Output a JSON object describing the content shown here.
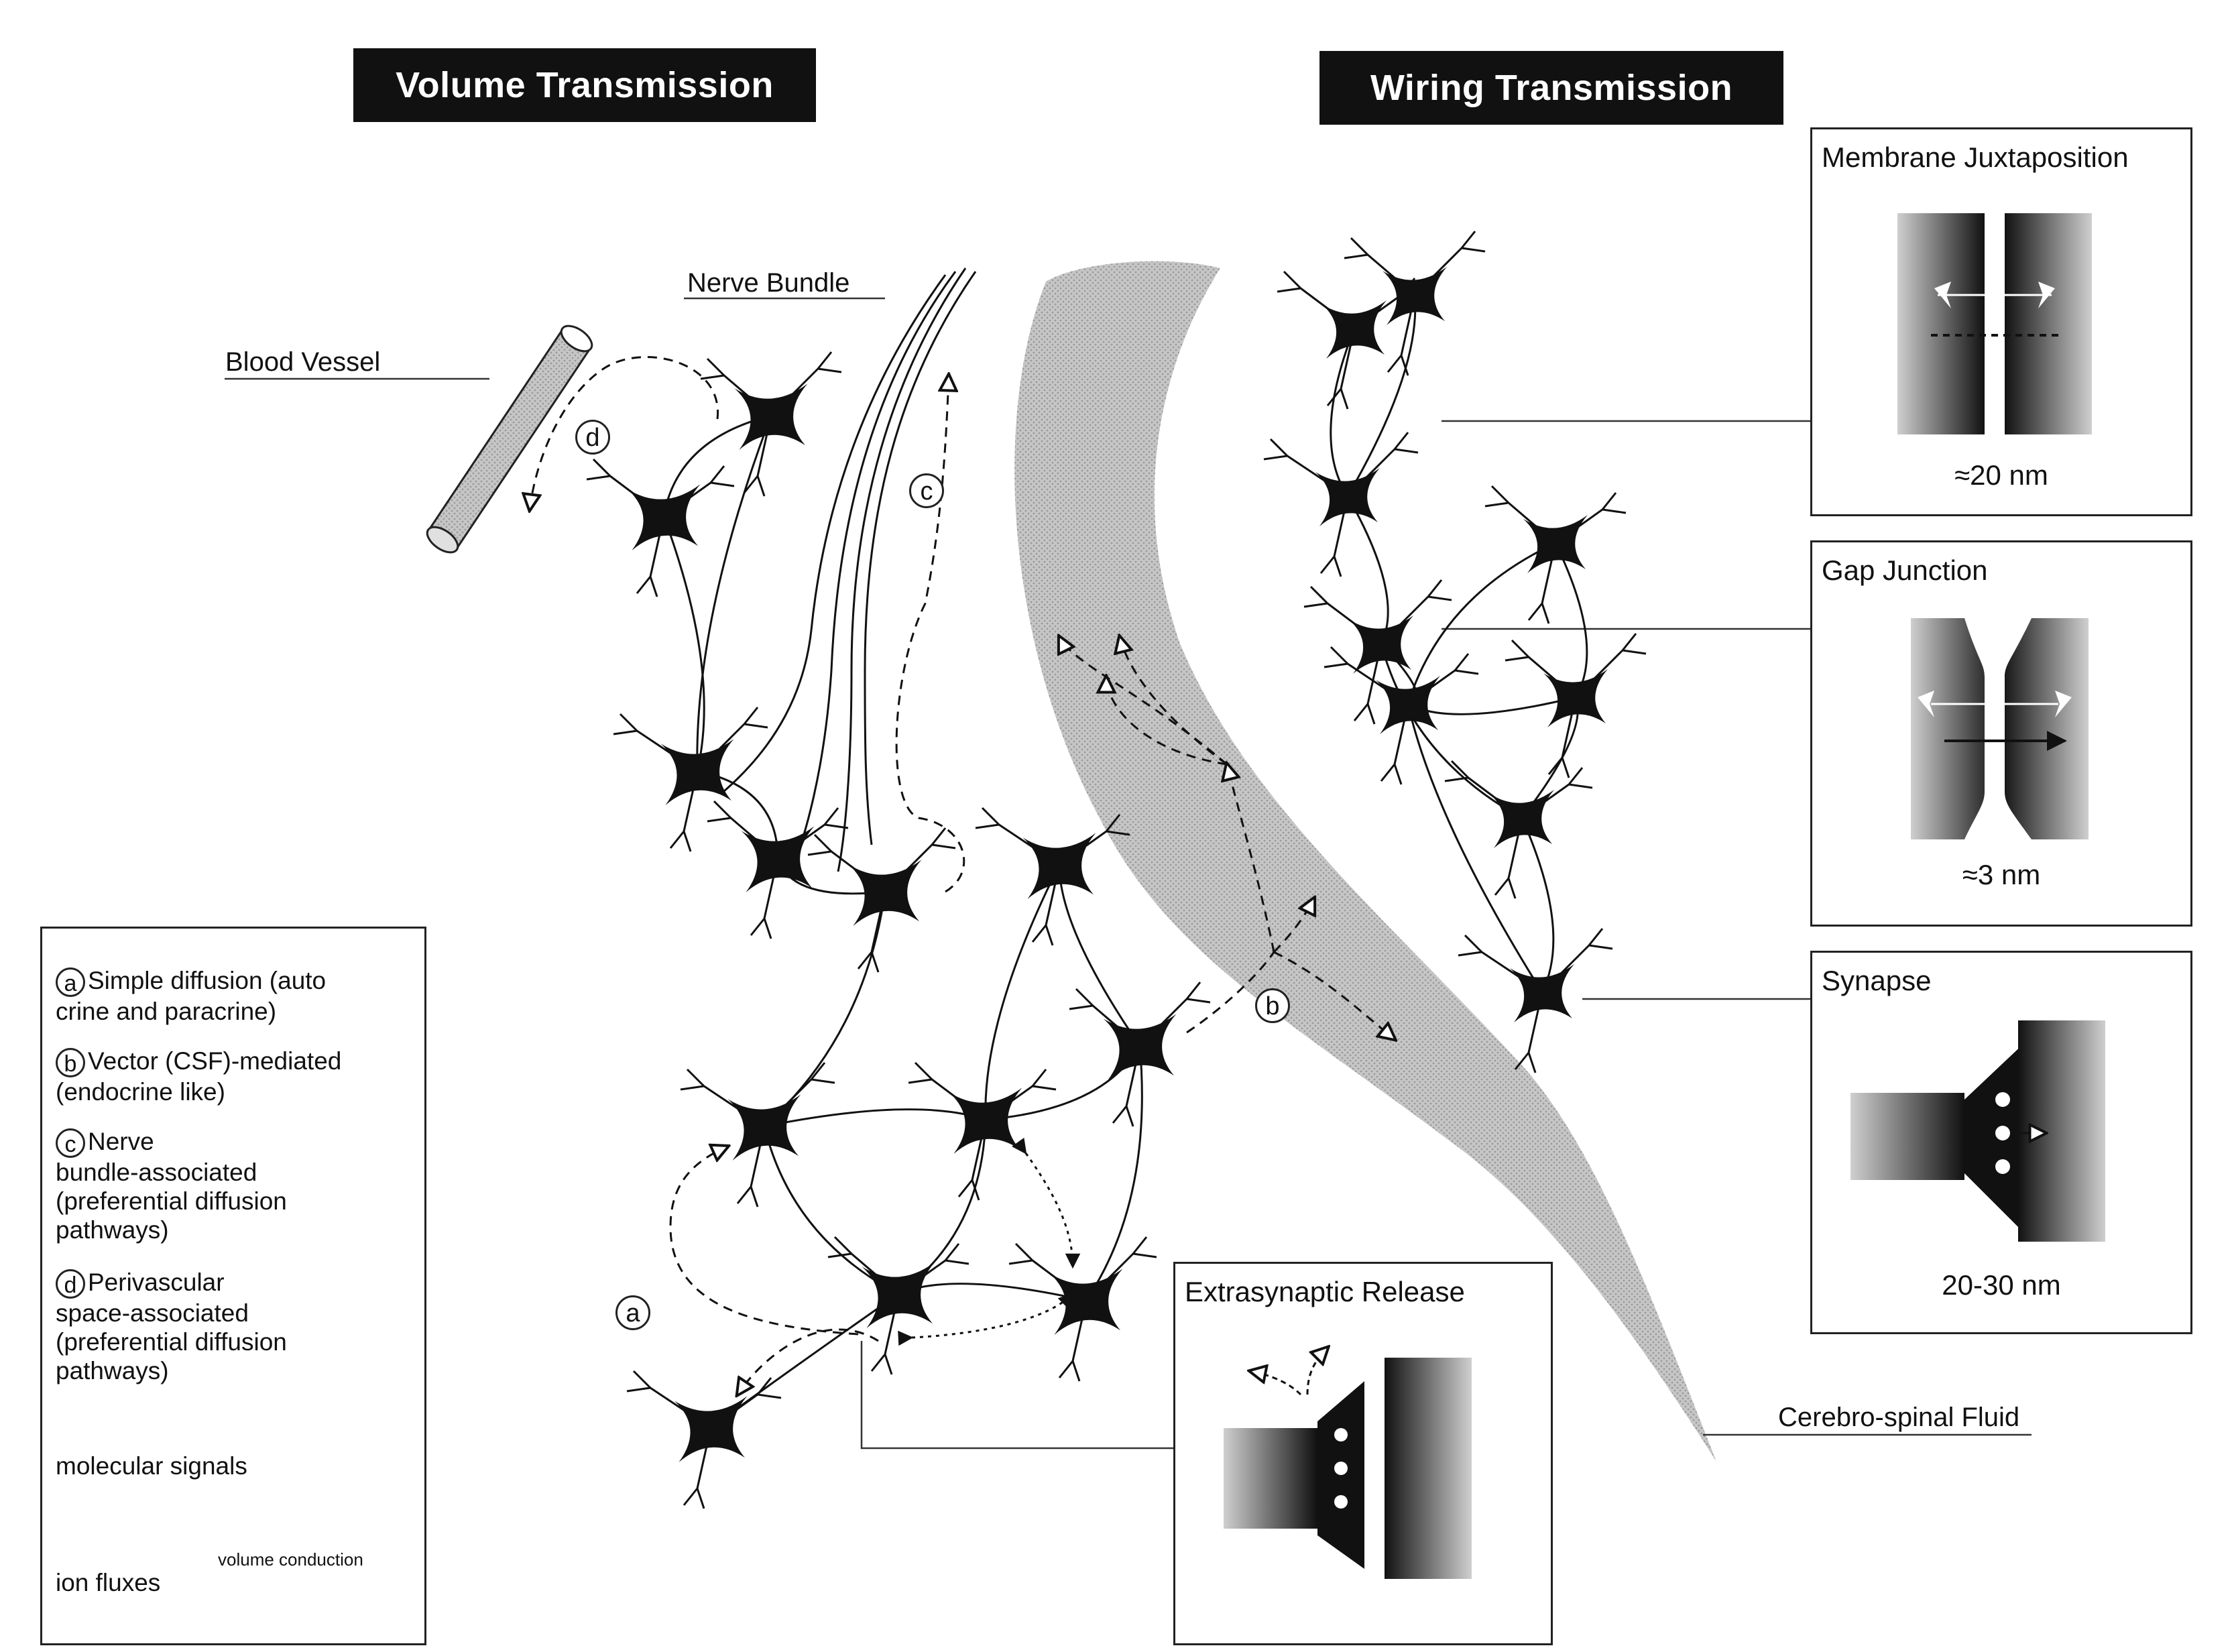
{
  "headers": {
    "volume": "Volume Transmission",
    "wiring": "Wiring Transmission"
  },
  "labels": {
    "nerve_bundle": "Nerve Bundle",
    "blood_vessel": "Blood Vessel",
    "csf": "Cerebro-spinal Fluid"
  },
  "markers": {
    "a": "a",
    "b": "b",
    "c": "c",
    "d": "d"
  },
  "boxes": {
    "membrane": {
      "title": "Membrane Juxtaposition",
      "caption": "≈20 nm"
    },
    "gap": {
      "title": "Gap Junction",
      "caption": "≈3 nm"
    },
    "synapse": {
      "title": "Synapse",
      "caption": "20-30 nm"
    },
    "extrasynaptic": {
      "title": "Extrasynaptic Release"
    }
  },
  "legend": {
    "a": {
      "key": "a",
      "line1": "Simple diffusion (auto",
      "line2": "crine and paracrine)"
    },
    "b": {
      "key": "b",
      "line1": "Vector (CSF)-mediated",
      "line2": "(endocrine like)"
    },
    "c": {
      "key": "c",
      "line1": "Nerve",
      "line2": "bundle-associated",
      "line3": "(preferential diffusion",
      "line4": "pathways)"
    },
    "d": {
      "key": "d",
      "line1": "Perivascular",
      "line2": "space-associated",
      "line3": "(preferential diffusion",
      "line4": "pathways)"
    },
    "molecular": "molecular signals",
    "ion": "ion fluxes",
    "volume_conduction": "volume conduction"
  },
  "colors": {
    "ink": "#111111",
    "csf_fill": "#bdbdbd",
    "vessel_fill": "#d0d0d0"
  }
}
